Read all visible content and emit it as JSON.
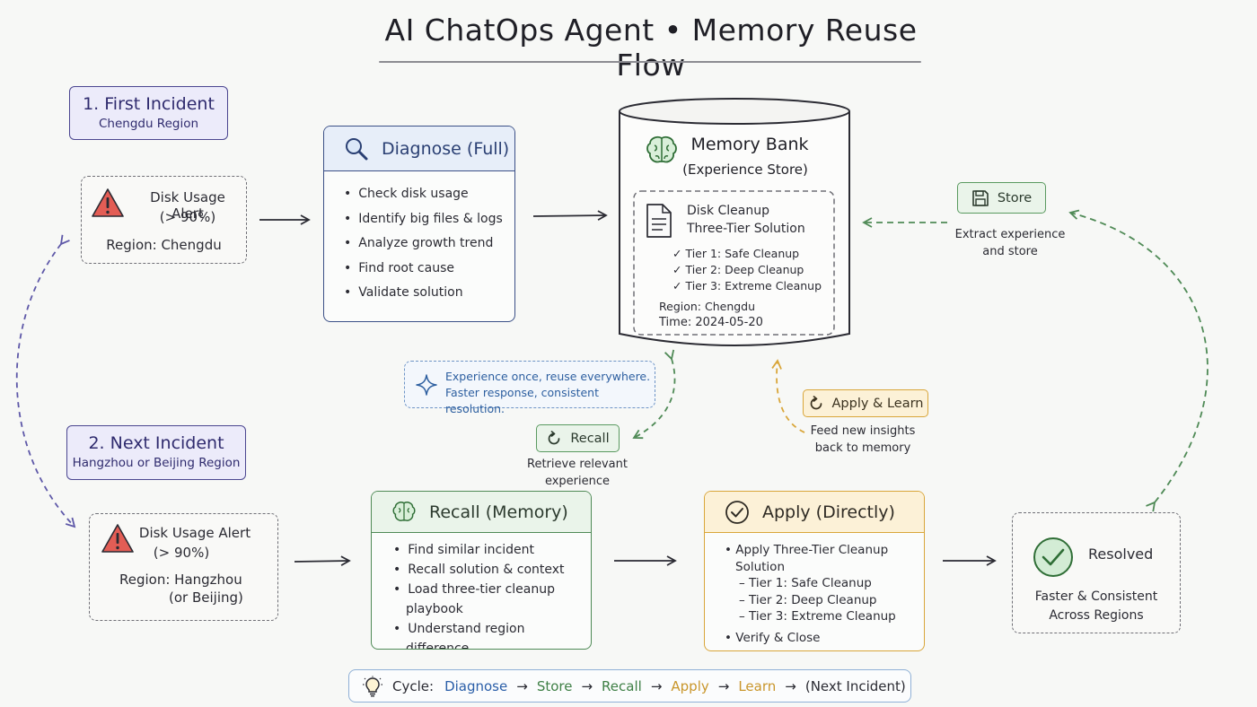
{
  "title": "AI ChatOps Agent • Memory Reuse Flow",
  "first_incident": {
    "label": "1. First Incident",
    "region": "Chengdu Region"
  },
  "next_incident": {
    "label": "2. Next Incident",
    "region": "Hangzhou or Beijing Region"
  },
  "alert1": {
    "line1": "Disk Usage Alert",
    "line2": "(> 90%)",
    "region": "Region: Chengdu"
  },
  "alert2": {
    "line1": "Disk Usage Alert",
    "line2": "(> 90%)",
    "region": "Region: Hangzhou",
    "region_alt": "(or Beijing)"
  },
  "diagnose": {
    "title": "Diagnose (Full)",
    "items": [
      "Check disk usage",
      "Identify big files & logs",
      "Analyze growth trend",
      "Find root cause",
      "Validate solution"
    ]
  },
  "memory_bank": {
    "title": "Memory Bank",
    "subtitle": "(Experience Store)",
    "doc_title1": "Disk Cleanup",
    "doc_title2": "Three-Tier Solution",
    "tiers": [
      "Tier 1: Safe Cleanup",
      "Tier 2: Deep Cleanup",
      "Tier 3: Extreme Cleanup"
    ],
    "region": "Region: Chengdu",
    "time": "Time: 2024-05-20"
  },
  "store": {
    "label": "Store",
    "caption1": "Extract experience",
    "caption2": "and store"
  },
  "note": {
    "line1": "Experience once, reuse everywhere.",
    "line2": "Faster response, consistent resolution."
  },
  "recall_pill": {
    "label": "Recall",
    "caption1": "Retrieve relevant",
    "caption2": "experience"
  },
  "apply_learn": {
    "label": "Apply & Learn",
    "caption1": "Feed new insights",
    "caption2": "back to memory"
  },
  "recall_card": {
    "title": "Recall (Memory)",
    "items": [
      "Find similar incident",
      "Recall solution & context",
      "Load three-tier cleanup playbook",
      "Understand region difference"
    ]
  },
  "apply_card": {
    "title": "Apply (Directly)",
    "item1a": "Apply Three-Tier Cleanup",
    "item1b": "Solution",
    "tiers": [
      "– Tier 1: Safe Cleanup",
      "– Tier 2: Deep Cleanup",
      "– Tier 3: Extreme Cleanup"
    ],
    "item2": "Verify & Close"
  },
  "resolved": {
    "title": "Resolved",
    "line1": "Faster & Consistent",
    "line2": "Across Regions"
  },
  "cycle": {
    "label": "Cycle:",
    "diagnose": "Diagnose",
    "store": "Store",
    "recall": "Recall",
    "apply": "Apply",
    "learn": "Learn",
    "next": "(Next Incident)",
    "arrow": "→"
  },
  "colors": {
    "purple": "#4b4690",
    "blue": "#2a5ea8",
    "green": "#3e7f45",
    "amber": "#d9a63a",
    "alert_red": "#e35d55"
  }
}
